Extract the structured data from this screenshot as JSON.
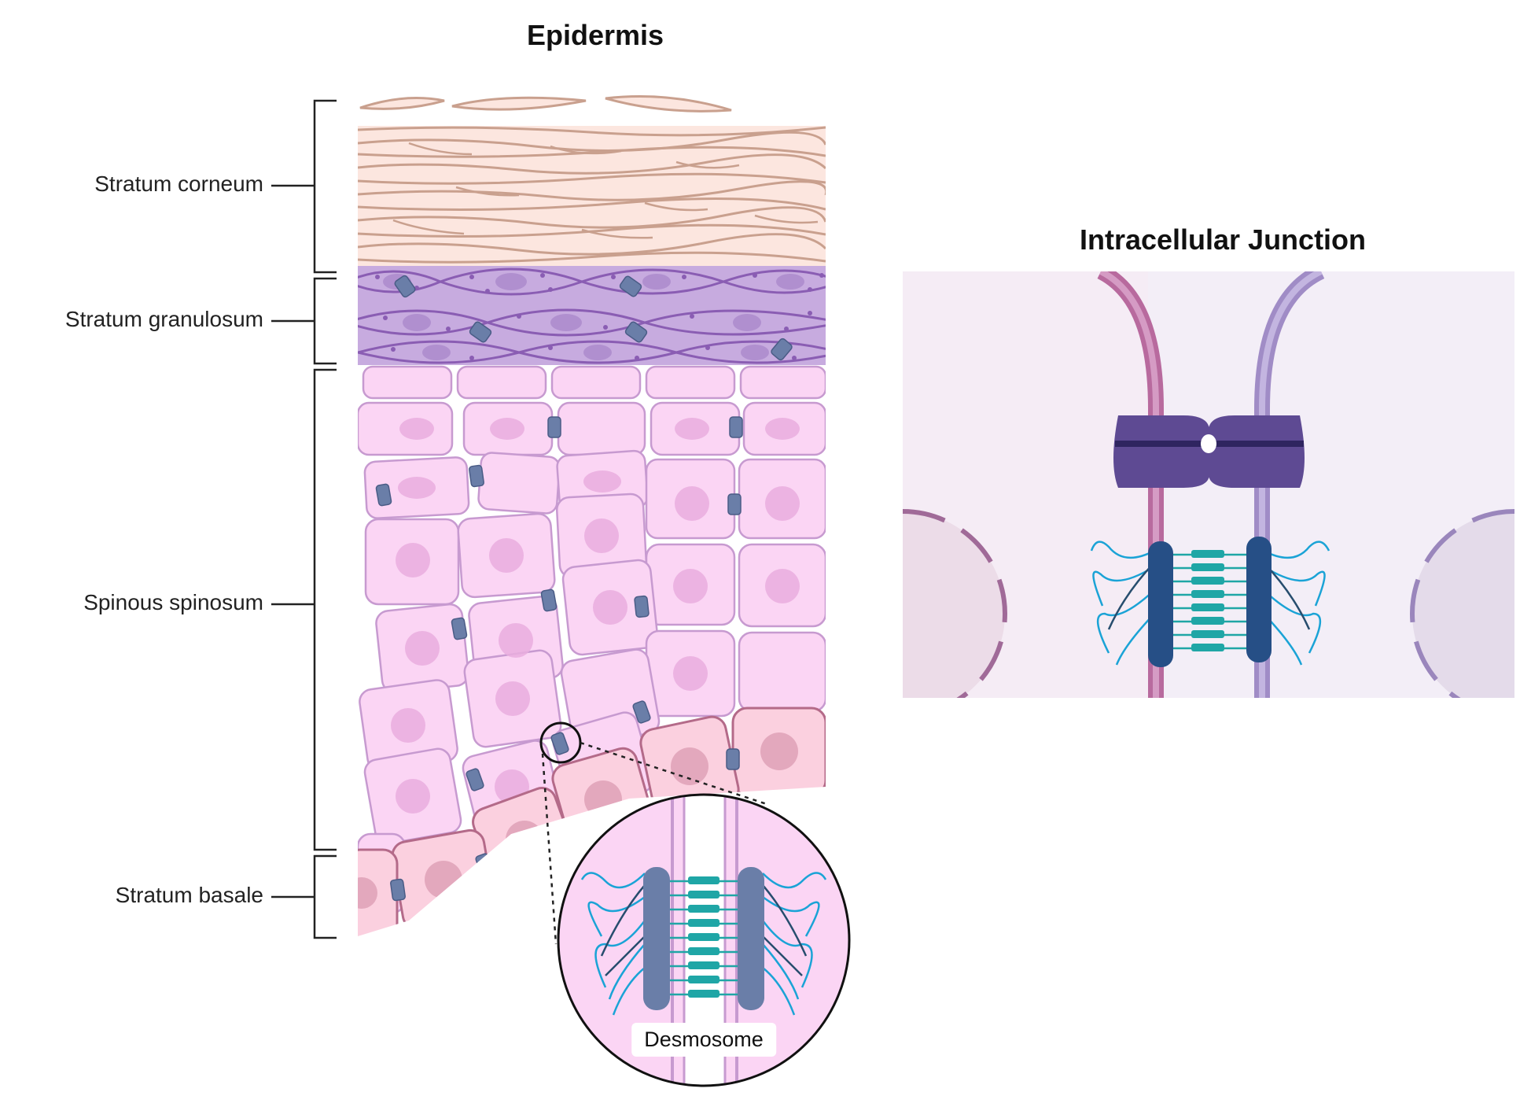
{
  "titles": {
    "left": "Epidermis",
    "right": "Intracellular Junction"
  },
  "layers": [
    {
      "label": "Stratum corneum"
    },
    {
      "label": "Stratum granulosum"
    },
    {
      "label": "Spinous spinosum"
    },
    {
      "label": "Stratum basale"
    }
  ],
  "callout": {
    "label": "Desmosome"
  },
  "colors": {
    "corneum_fill": "#fce6df",
    "corneum_line": "#c9a08e",
    "granulosum_fill": "#c7abdf",
    "granulosum_line": "#8a5db3",
    "spinosum_fill": "#fbd5f4",
    "spinosum_line": "#c79ad0",
    "basale_fill": "#fbd0df",
    "basale_line": "#b46a89",
    "desmosome": "#6a7ea8",
    "filament": "#1aa3d6",
    "cadherin": "#1fa6a6",
    "junction_protein": "#5e4a93"
  }
}
